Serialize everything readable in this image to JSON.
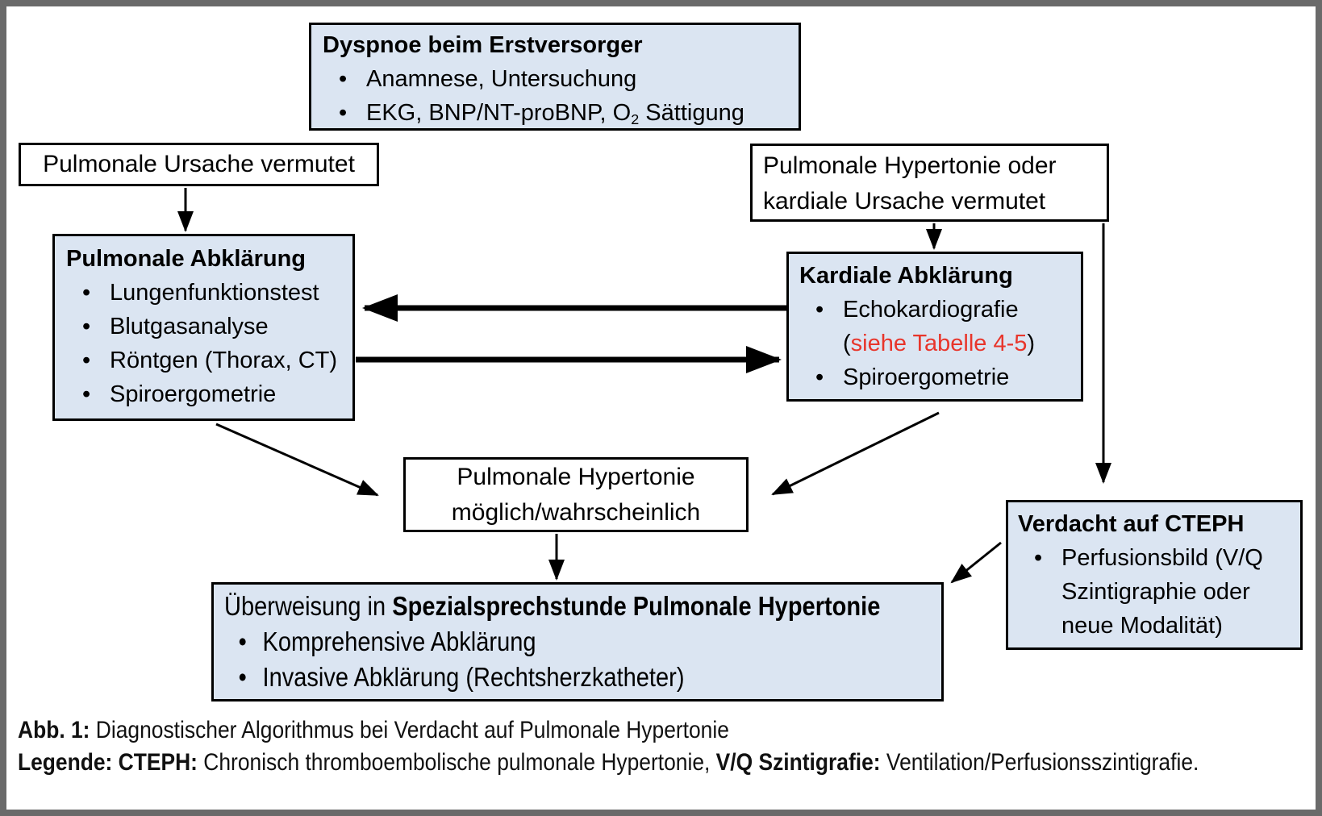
{
  "colors": {
    "box_fill": "#dbe5f2",
    "box_border": "#000000",
    "accent_red": "#e8352b",
    "frame_gray": "#6a6a6a"
  },
  "flowchart": {
    "dyspnoe_box": {
      "title": "Dyspnoe beim Erstversorger",
      "bullet1": "Anamnese, Untersuchung",
      "bullet2_pre": "EKG, BNP/NT-proBNP, O",
      "bullet2_sub": "2",
      "bullet2_post": " Sättigung"
    },
    "pulmonale_ursache_box": {
      "text": "Pulmonale Ursache vermutet"
    },
    "kardiale_ursache_box": {
      "text": "Pulmonale Hypertonie oder kardiale Ursache vermutet"
    },
    "pulmonale_abklaerung_box": {
      "title": "Pulmonale Abklärung",
      "bullets": [
        "Lungenfunktionstest",
        "Blutgasanalyse",
        "Röntgen (Thorax, CT)",
        "Spiroergometrie"
      ]
    },
    "kardiale_abklaerung_box": {
      "title": "Kardiale Abklärung",
      "bullet1": "Echokardiografie",
      "ref_open": "(",
      "ref_red": "siehe Tabelle 4-5",
      "ref_close": ")",
      "bullet2": "Spiroergometrie"
    },
    "ph_moeglich_box": {
      "text": "Pulmonale Hypertonie möglich/wahrscheinlich"
    },
    "ueberweisung_box": {
      "title_normal": "Überweisung in ",
      "title_bold": "Spezialsprechstunde Pulmonale Hypertonie",
      "bullets": [
        "Komprehensive Abklärung",
        "Invasive Abklärung (Rechtsherzkatheter)"
      ]
    },
    "cteph_box": {
      "title": "Verdacht auf CTEPH",
      "bullet": "Perfusionsbild (V/Q Szintigraphie oder neue Modalität)"
    }
  },
  "caption": {
    "line1_label": "Abb. 1:",
    "line1_text": " Diagnostischer Algorithmus bei Verdacht auf Pulmonale Hypertonie",
    "line2_label": "Legende: CTEPH:",
    "line2_text1": " Chronisch thromboembolische pulmonale Hypertonie, ",
    "line2_label2": "V/Q Szintigrafie:",
    "line2_text2": " Ventilation/Perfusionsszintigrafie."
  }
}
